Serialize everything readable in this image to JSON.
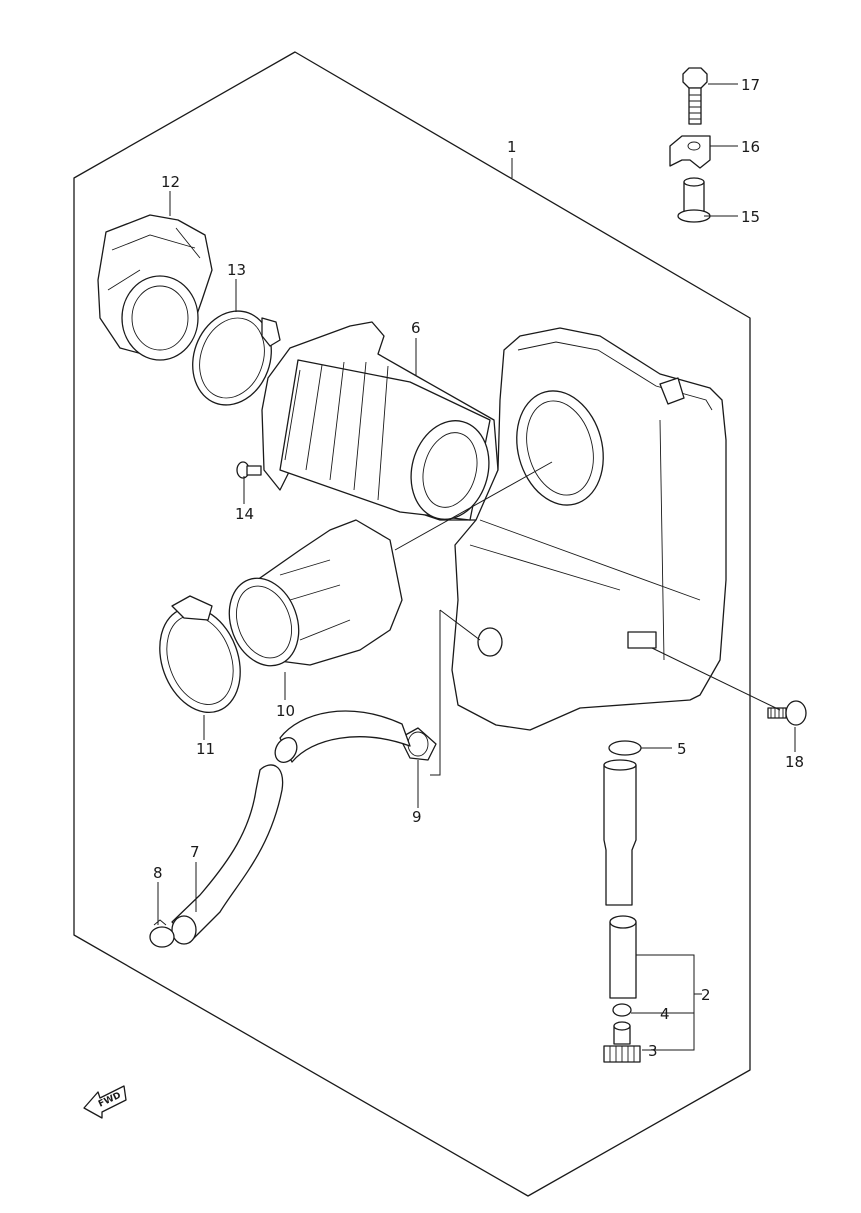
{
  "diagram": {
    "labels": {
      "p1": "1",
      "p2": "2",
      "p3": "3",
      "p4": "4",
      "p5": "5",
      "p6": "6",
      "p7": "7",
      "p8": "8",
      "p9": "9",
      "p10": "10",
      "p11": "11",
      "p12": "12",
      "p13": "13",
      "p14": "14",
      "p15": "15",
      "p16": "16",
      "p17": "17",
      "p18": "18"
    },
    "fwd_label": "FWD"
  }
}
